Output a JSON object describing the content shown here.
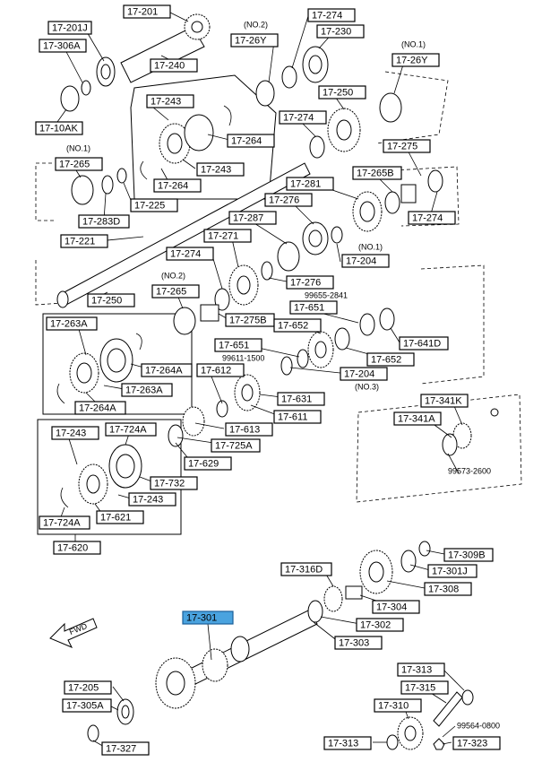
{
  "labels": [
    {
      "id": "17-201",
      "text": "17-201"
    },
    {
      "id": "17-201J",
      "text": "17-201J"
    },
    {
      "id": "17-306A",
      "text": "17-306A"
    },
    {
      "id": "17-240",
      "text": "17-240"
    },
    {
      "id": "17-10AK",
      "text": "17-10AK"
    },
    {
      "id": "17-26Y-a",
      "text": "17-26Y"
    },
    {
      "id": "17-274-a",
      "text": "17-274"
    },
    {
      "id": "17-230",
      "text": "17-230"
    },
    {
      "id": "17-26Y-b",
      "text": "17-26Y"
    },
    {
      "id": "17-243-a",
      "text": "17-243"
    },
    {
      "id": "17-250-a",
      "text": "17-250"
    },
    {
      "id": "17-274-b",
      "text": "17-274"
    },
    {
      "id": "17-264-a",
      "text": "17-264"
    },
    {
      "id": "17-243-b",
      "text": "17-243"
    },
    {
      "id": "17-264-b",
      "text": "17-264"
    },
    {
      "id": "17-265-a",
      "text": "17-265"
    },
    {
      "id": "17-225",
      "text": "17-225"
    },
    {
      "id": "17-283D",
      "text": "17-283D"
    },
    {
      "id": "17-275",
      "text": "17-275"
    },
    {
      "id": "17-265B",
      "text": "17-265B"
    },
    {
      "id": "17-281",
      "text": "17-281"
    },
    {
      "id": "17-276-a",
      "text": "17-276"
    },
    {
      "id": "17-274-c",
      "text": "17-274"
    },
    {
      "id": "17-287",
      "text": "17-287"
    },
    {
      "id": "17-221",
      "text": "17-221"
    },
    {
      "id": "17-271",
      "text": "17-271"
    },
    {
      "id": "17-204-a",
      "text": "17-204"
    },
    {
      "id": "17-274-d",
      "text": "17-274"
    },
    {
      "id": "17-276-b",
      "text": "17-276"
    },
    {
      "id": "17-265-b",
      "text": "17-265"
    },
    {
      "id": "17-250-b",
      "text": "17-250"
    },
    {
      "id": "17-651-a",
      "text": "17-651"
    },
    {
      "id": "17-275B",
      "text": "17-275B"
    },
    {
      "id": "17-652-a",
      "text": "17-652"
    },
    {
      "id": "17-263A-a",
      "text": "17-263A"
    },
    {
      "id": "17-641D",
      "text": "17-641D"
    },
    {
      "id": "17-651-b",
      "text": "17-651"
    },
    {
      "id": "17-652-b",
      "text": "17-652"
    },
    {
      "id": "17-264A-a",
      "text": "17-264A"
    },
    {
      "id": "17-204-b",
      "text": "17-204"
    },
    {
      "id": "17-612",
      "text": "17-612"
    },
    {
      "id": "17-263A-b",
      "text": "17-263A"
    },
    {
      "id": "17-631",
      "text": "17-631"
    },
    {
      "id": "17-264A-b",
      "text": "17-264A"
    },
    {
      "id": "17-611",
      "text": "17-611"
    },
    {
      "id": "17-341K",
      "text": "17-341K"
    },
    {
      "id": "17-341A",
      "text": "17-341A"
    },
    {
      "id": "17-243-c",
      "text": "17-243"
    },
    {
      "id": "17-724A-a",
      "text": "17-724A"
    },
    {
      "id": "17-613",
      "text": "17-613"
    },
    {
      "id": "17-725A",
      "text": "17-725A"
    },
    {
      "id": "17-629",
      "text": "17-629"
    },
    {
      "id": "17-732",
      "text": "17-732"
    },
    {
      "id": "17-243-d",
      "text": "17-243"
    },
    {
      "id": "17-621",
      "text": "17-621"
    },
    {
      "id": "17-724A-b",
      "text": "17-724A"
    },
    {
      "id": "17-620",
      "text": "17-620"
    },
    {
      "id": "17-309B",
      "text": "17-309B"
    },
    {
      "id": "17-316D",
      "text": "17-316D"
    },
    {
      "id": "17-301J",
      "text": "17-301J"
    },
    {
      "id": "17-308",
      "text": "17-308"
    },
    {
      "id": "17-304",
      "text": "17-304"
    },
    {
      "id": "17-301",
      "text": "17-301"
    },
    {
      "id": "17-302",
      "text": "17-302"
    },
    {
      "id": "17-303",
      "text": "17-303"
    },
    {
      "id": "17-313-a",
      "text": "17-313"
    },
    {
      "id": "17-205",
      "text": "17-205"
    },
    {
      "id": "17-315",
      "text": "17-315"
    },
    {
      "id": "17-305A",
      "text": "17-305A"
    },
    {
      "id": "17-310",
      "text": "17-310"
    },
    {
      "id": "17-327",
      "text": "17-327"
    },
    {
      "id": "17-313-b",
      "text": "17-313"
    },
    {
      "id": "17-323",
      "text": "17-323"
    }
  ],
  "notes": [
    {
      "id": "no2-a",
      "text": "(NO.2)"
    },
    {
      "id": "no1-a",
      "text": "(NO.1)"
    },
    {
      "id": "no1-b",
      "text": "(NO.1)"
    },
    {
      "id": "no1-c",
      "text": "(NO.1)"
    },
    {
      "id": "no2-b",
      "text": "(NO.2)"
    },
    {
      "id": "pn-99655",
      "text": "99655-2841"
    },
    {
      "id": "pn-99611",
      "text": "99611-1500"
    },
    {
      "id": "no3",
      "text": "(NO.3)"
    },
    {
      "id": "pn-99573",
      "text": "99573-2600"
    },
    {
      "id": "pn-99564",
      "text": "99564-0800"
    }
  ],
  "direction_arrow": {
    "text": "FWD"
  },
  "highlight_color": "#4aa3df"
}
